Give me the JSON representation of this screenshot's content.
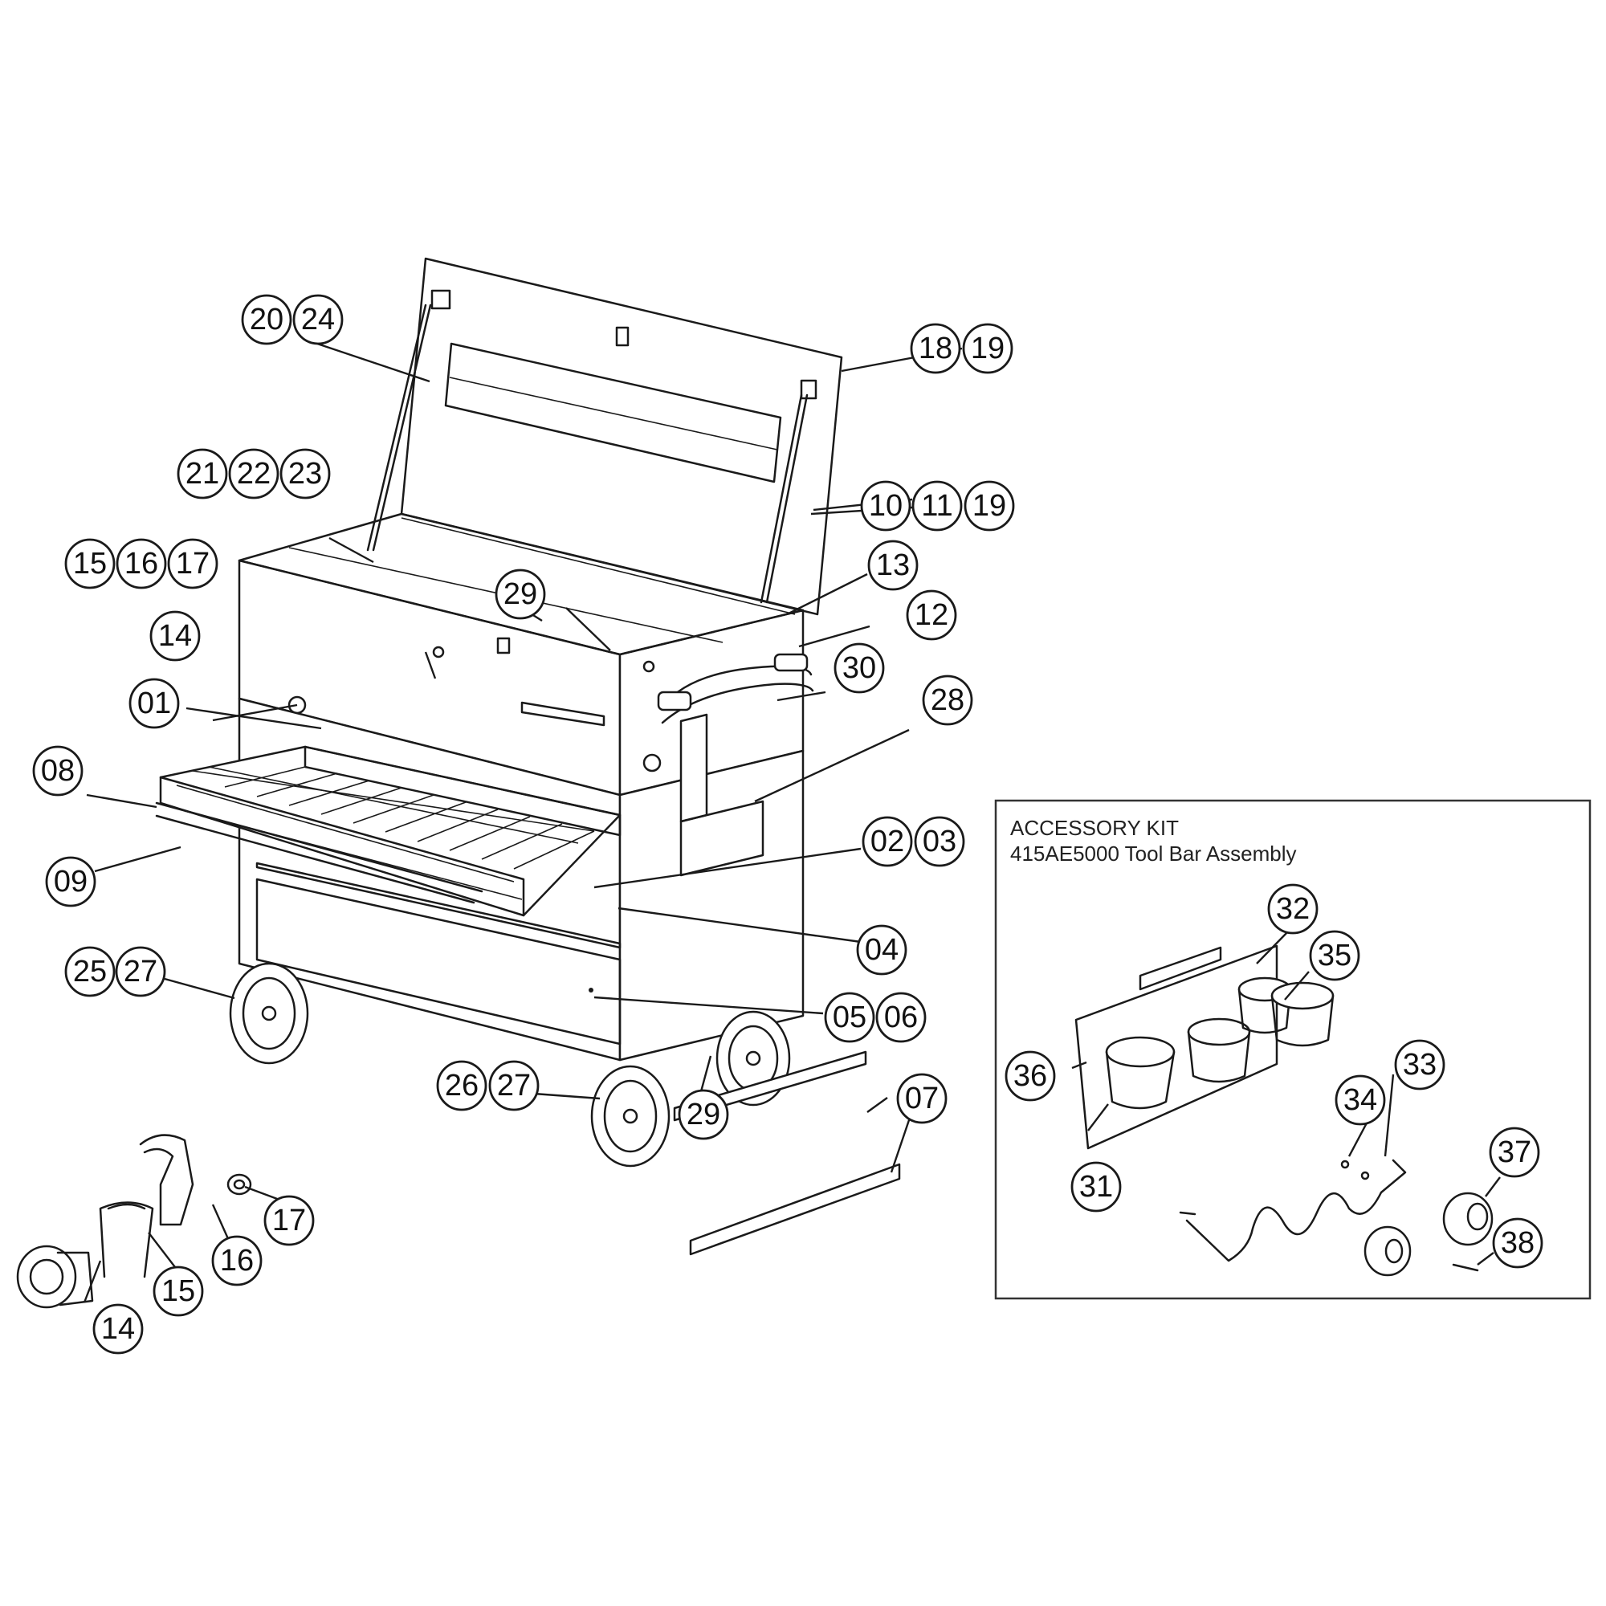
{
  "accessory_kit": {
    "title": "ACCESSORY KIT",
    "subtitle": "415AE5000 Tool Bar Assembly"
  },
  "callouts": [
    "01",
    "02",
    "03",
    "04",
    "05",
    "06",
    "07",
    "08",
    "09",
    "10",
    "11",
    "12",
    "13",
    "14",
    "15",
    "16",
    "17",
    "18",
    "19",
    "20",
    "21",
    "22",
    "23",
    "24",
    "25",
    "26",
    "27",
    "28",
    "29",
    "30",
    "31",
    "32",
    "33",
    "34",
    "35",
    "36",
    "37",
    "38"
  ],
  "colors": {
    "line": "#1a1a1a",
    "background": "#ffffff",
    "box": "#333333"
  }
}
